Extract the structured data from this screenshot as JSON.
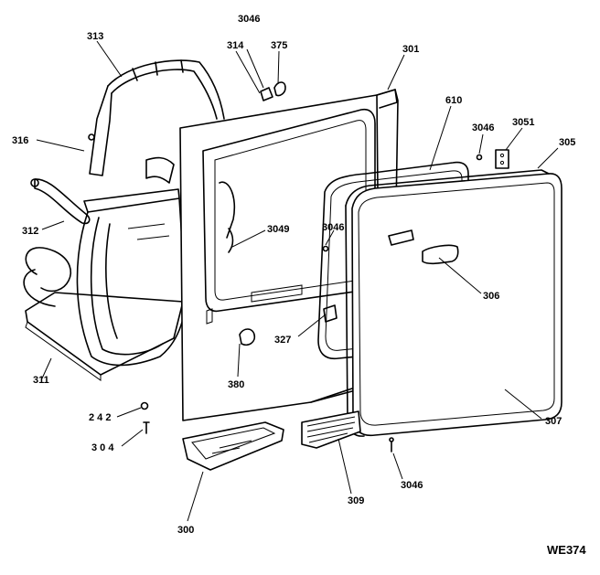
{
  "diagram": {
    "code": "WE374",
    "labels": [
      {
        "id": "p3046a",
        "text": "3046"
      },
      {
        "id": "p313",
        "text": "313"
      },
      {
        "id": "p314",
        "text": "314"
      },
      {
        "id": "p375",
        "text": "375"
      },
      {
        "id": "p301",
        "text": "301"
      },
      {
        "id": "p610",
        "text": "610"
      },
      {
        "id": "p3046b",
        "text": "3046"
      },
      {
        "id": "p3051",
        "text": "3051"
      },
      {
        "id": "p305",
        "text": "305"
      },
      {
        "id": "p316",
        "text": "316"
      },
      {
        "id": "p3049",
        "text": "3049"
      },
      {
        "id": "p3046c",
        "text": "3046"
      },
      {
        "id": "p312",
        "text": "312"
      },
      {
        "id": "p306",
        "text": "306"
      },
      {
        "id": "p327",
        "text": "327"
      },
      {
        "id": "p311",
        "text": "311"
      },
      {
        "id": "p380",
        "text": "380"
      },
      {
        "id": "p307",
        "text": "307"
      },
      {
        "id": "p242",
        "text": "2 4 2"
      },
      {
        "id": "p304",
        "text": "3 0 4"
      },
      {
        "id": "p3046d",
        "text": "3046"
      },
      {
        "id": "p309",
        "text": "309"
      },
      {
        "id": "p300",
        "text": "300"
      }
    ]
  }
}
